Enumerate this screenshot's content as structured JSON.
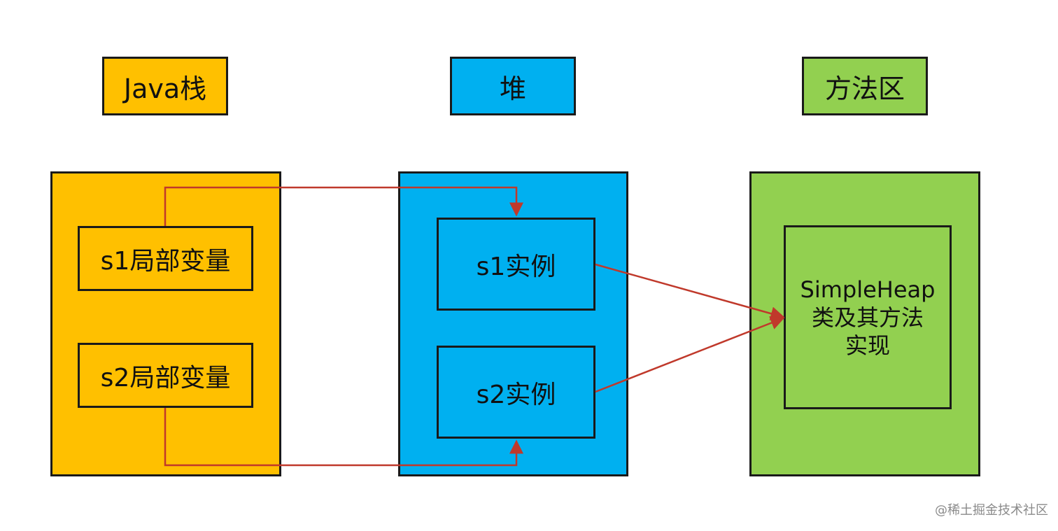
{
  "colors": {
    "stack": "#FFC000",
    "heap": "#00B0F0",
    "method_area": "#92D050",
    "border": "#1a1a1a",
    "arrow": "#C0392B"
  },
  "headers": {
    "stack": "Java栈",
    "heap": "堆",
    "method_area": "方法区"
  },
  "stack": {
    "var1": "s1局部变量",
    "var2": "s2局部变量"
  },
  "heap": {
    "inst1": "s1实例",
    "inst2": "s2实例"
  },
  "method_area": {
    "line1": "SimpleHeap",
    "line2": "类及其方法",
    "line3": "实现"
  },
  "watermark": "@稀土掘金技术社区"
}
